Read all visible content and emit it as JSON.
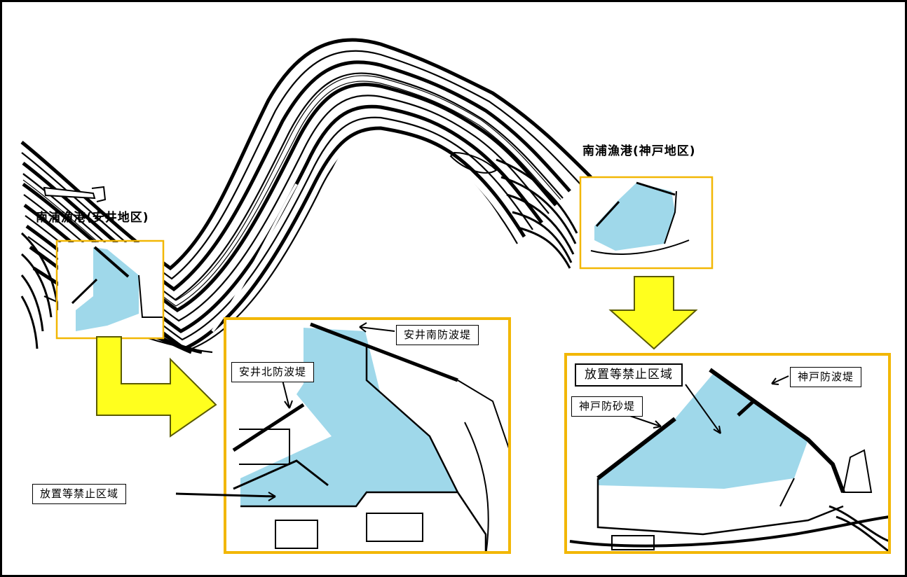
{
  "areas": {
    "ai": {
      "title": "南浦漁港(安井地区)"
    },
    "kobe": {
      "title": "南浦漁港(神戸地区)"
    }
  },
  "callouts": {
    "ai_south_breakwater": "安井南防波堤",
    "ai_north_breakwater": "安井北防波堤",
    "ai_prohibited_zone": "放置等禁止区域",
    "kobe_breakwater": "神戸防波堤",
    "kobe_sand_barrier": "神戸防砂堤",
    "kobe_prohibited_zone": "放置等禁止区域"
  },
  "colors": {
    "zone_fill": "#9fd8ea",
    "frame": "#f2b705",
    "arrow_fill": "#ffff1e",
    "arrow_stroke": "#5a5a00",
    "contour": "#000000"
  },
  "icons": {
    "down_arrow": "big-yellow-down-arrow",
    "right_arrow": "big-yellow-bent-arrow"
  }
}
